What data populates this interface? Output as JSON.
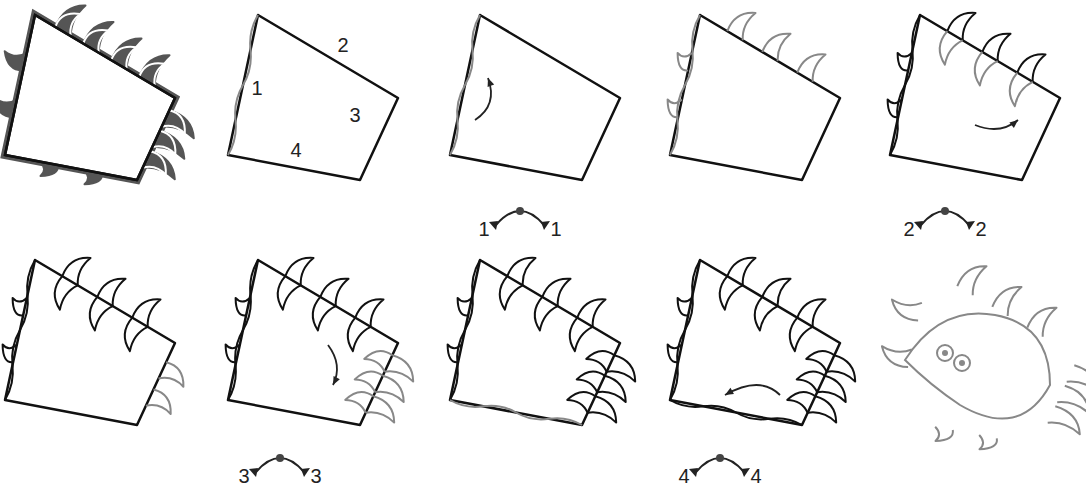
{
  "diagram": {
    "labels": [
      "1",
      "2",
      "3",
      "4",
      "1",
      "1",
      "2",
      "2",
      "3",
      "3",
      "4",
      "4"
    ]
  }
}
